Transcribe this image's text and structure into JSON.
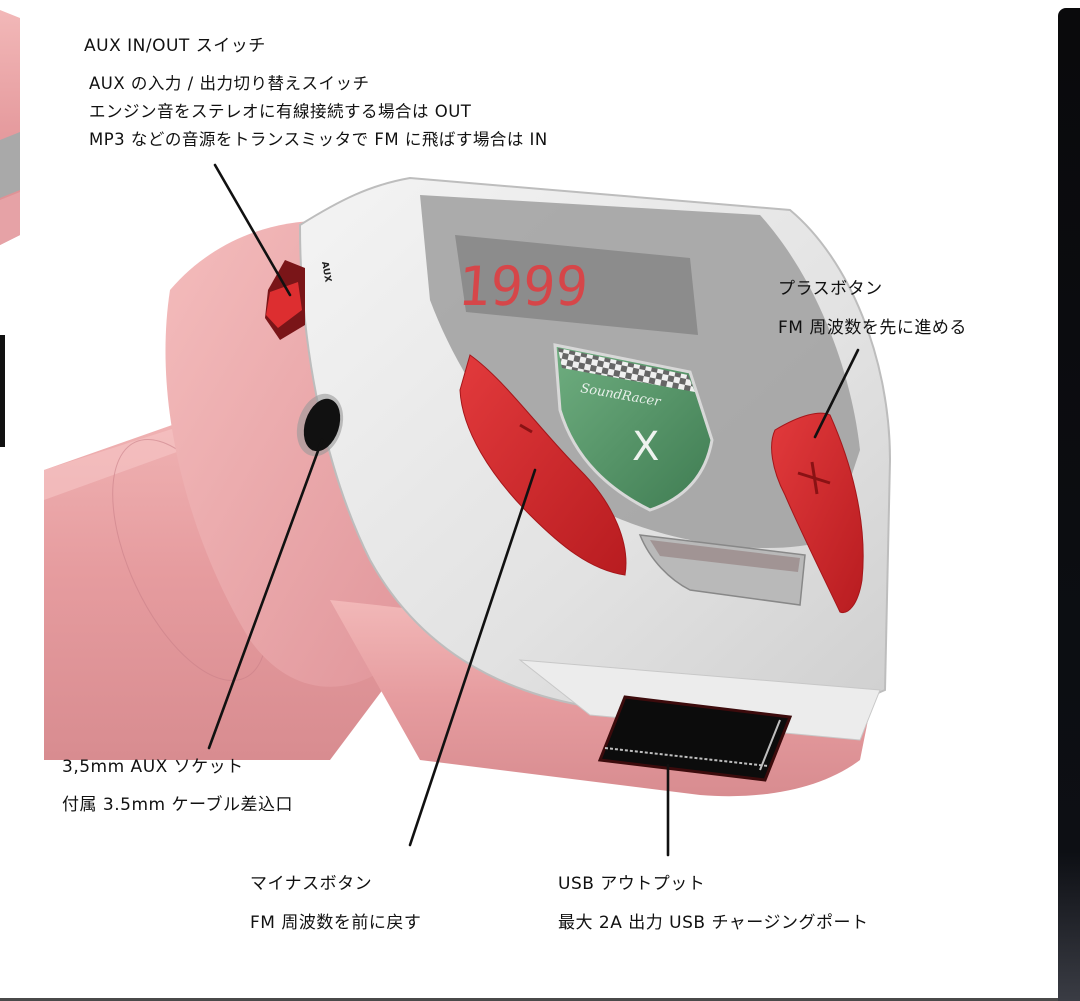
{
  "figure": {
    "product_logo": "SoundRacer",
    "product_logo_mark": "X",
    "display_digits": "1999",
    "switch_marking": "AUX",
    "plus_symbol": "+",
    "minus_symbol": "−"
  },
  "callouts": {
    "aux_switch": {
      "title": "AUX IN/OUT スイッチ",
      "lines": [
        "AUX の入力 / 出力切り替えスイッチ",
        "エンジン音をステレオに有線接続する場合は OUT",
        "MP3 などの音源をトランスミッタで FM に飛ばす場合は IN"
      ]
    },
    "plus_button": {
      "title": "プラスボタン",
      "description": "FM 周波数を先に進める"
    },
    "aux_socket": {
      "title": "3,5mm AUX ソケット",
      "description": "付属 3.5mm ケーブル差込口"
    },
    "minus_button": {
      "title": "マイナスボタン",
      "description": "FM 周波数を前に戻す"
    },
    "usb_output": {
      "title": "USB アウトプット",
      "description": "最大 2A 出力 USB チャージングポート"
    }
  },
  "colors": {
    "body_pink": "#e9a2a4",
    "shell_silver": "#e6e6e6",
    "button_red": "#d8282c",
    "display_panel": "#9c9c9c",
    "badge_green": "#5a9a6e",
    "text": "#111111"
  }
}
